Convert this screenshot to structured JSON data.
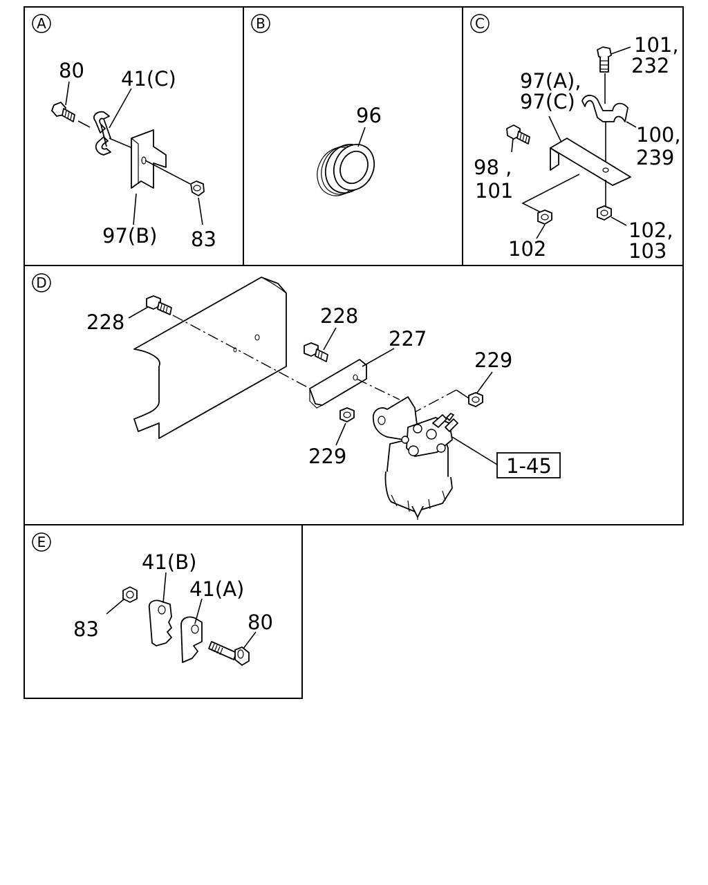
{
  "sections": {
    "A": {
      "marker": "A",
      "labels": {
        "p80": "80",
        "p41c": "41(C)",
        "p97b": "97(B)",
        "p83": "83"
      }
    },
    "B": {
      "marker": "B",
      "labels": {
        "p96": "96"
      }
    },
    "C": {
      "marker": "C",
      "labels": {
        "p101_232_a": "101,",
        "p101_232_b": "232",
        "p97a_a": "97(A),",
        "p97a_b": "97(C)",
        "p100_a": "100,",
        "p100_b": "239",
        "p98_a": "98 ,",
        "p98_b": "101",
        "p102": "102",
        "p102_103_a": "102,",
        "p102_103_b": "103"
      }
    },
    "D": {
      "marker": "D",
      "labels": {
        "p228_left": "228",
        "p228_mid": "228",
        "p227": "227",
        "p229_right": "229",
        "p229_low": "229",
        "ref": "1-45"
      }
    },
    "E": {
      "marker": "E",
      "labels": {
        "p41b": "41(B)",
        "p41a": "41(A)",
        "p83": "83",
        "p80": "80"
      }
    }
  }
}
